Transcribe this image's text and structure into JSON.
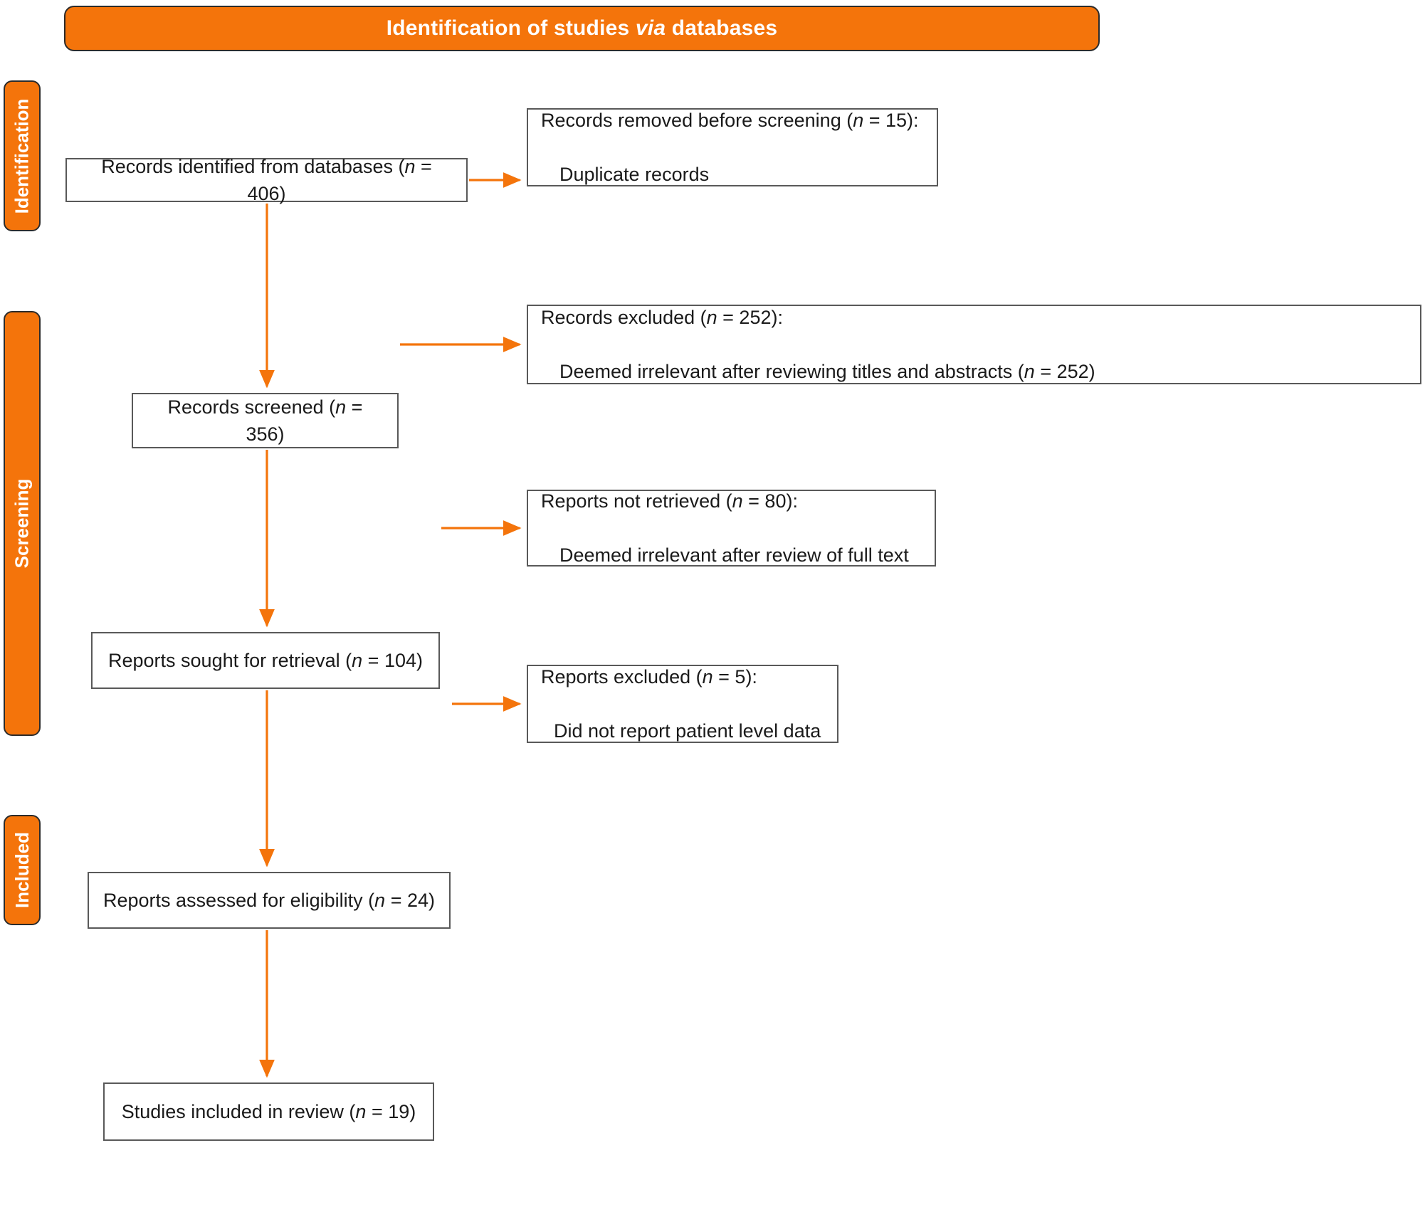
{
  "header": {
    "title_part1": "Identification of studies ",
    "title_italic": "via",
    "title_part2": " databases"
  },
  "stages": {
    "identification": "Identification",
    "screening": "Screening",
    "included": "Included"
  },
  "flow": {
    "identified": {
      "prefix": "Records identified from databases (",
      "italic": "n",
      "suffix": " = 406)"
    },
    "removed": {
      "line1_prefix": "Records removed before screening (",
      "line1_italic": "n",
      "line1_suffix": " = 15):",
      "line2": "Duplicate records"
    },
    "screened": {
      "prefix": "Records screened (",
      "italic": "n",
      "suffix": " = 356)"
    },
    "excluded_screening": {
      "line1_prefix": "Records excluded (",
      "line1_italic": "n",
      "line1_suffix": " = 252):",
      "line2_prefix": "Deemed irrelevant after reviewing titles and abstracts (",
      "line2_italic": "n",
      "line2_suffix": " = 252)"
    },
    "sought": {
      "prefix": "Reports sought for retrieval (",
      "italic": "n",
      "suffix": " = 104)"
    },
    "not_retrieved": {
      "line1_prefix": "Reports not retrieved (",
      "line1_italic": "n",
      "line1_suffix": " = 80):",
      "line2": "Deemed irrelevant after review of full text"
    },
    "assessed": {
      "prefix": "Reports assessed for eligibility (",
      "italic": "n",
      "suffix": " = 24)"
    },
    "excluded_reports": {
      "line1_prefix": "Reports excluded (",
      "line1_italic": "n",
      "line1_suffix": " = 5):",
      "line2": "Did not report patient level data"
    },
    "included": {
      "prefix": "Studies included in review (",
      "italic": "n",
      "suffix": " = 19)"
    }
  },
  "chart_data": {
    "type": "diagram",
    "diagram_kind": "PRISMA 2020 flow diagram",
    "title": "Identification of studies via databases",
    "colors": {
      "accent": "#F4740B",
      "arrow": "#F4740B",
      "box_border": "#595959",
      "banner_text": "#FFFFFF",
      "box_text": "#1A1A1A",
      "background": "#FFFFFF"
    },
    "stages": [
      "Identification",
      "Screening",
      "Included"
    ],
    "nodes": [
      {
        "id": "identified",
        "stage": "Identification",
        "column": "main",
        "label": "Records identified from databases",
        "n": 406
      },
      {
        "id": "removed",
        "stage": "Identification",
        "column": "exclusion",
        "label": "Records removed before screening",
        "n": 15,
        "reasons": [
          {
            "text": "Duplicate records"
          }
        ]
      },
      {
        "id": "screened",
        "stage": "Screening",
        "column": "main",
        "label": "Records screened",
        "n": 356
      },
      {
        "id": "excluded_screening",
        "stage": "Screening",
        "column": "exclusion",
        "label": "Records excluded",
        "n": 252,
        "reasons": [
          {
            "text": "Deemed irrelevant after reviewing titles and abstracts",
            "n": 252
          }
        ]
      },
      {
        "id": "sought",
        "stage": "Screening",
        "column": "main",
        "label": "Reports sought for retrieval",
        "n": 104
      },
      {
        "id": "not_retrieved",
        "stage": "Screening",
        "column": "exclusion",
        "label": "Reports not retrieved",
        "n": 80,
        "reasons": [
          {
            "text": "Deemed irrelevant after review of full text"
          }
        ]
      },
      {
        "id": "assessed",
        "stage": "Screening",
        "column": "main",
        "label": "Reports assessed for eligibility",
        "n": 24
      },
      {
        "id": "excluded_reports",
        "stage": "Screening",
        "column": "exclusion",
        "label": "Reports excluded",
        "n": 5,
        "reasons": [
          {
            "text": "Did not report patient level data"
          }
        ]
      },
      {
        "id": "included",
        "stage": "Included",
        "column": "main",
        "label": "Studies included in review",
        "n": 19
      }
    ],
    "edges": [
      {
        "from": "identified",
        "to": "removed",
        "direction": "right"
      },
      {
        "from": "identified",
        "to": "screened",
        "direction": "down"
      },
      {
        "from": "screened",
        "to": "excluded_screening",
        "direction": "right"
      },
      {
        "from": "screened",
        "to": "sought",
        "direction": "down"
      },
      {
        "from": "sought",
        "to": "not_retrieved",
        "direction": "right"
      },
      {
        "from": "sought",
        "to": "assessed",
        "direction": "down"
      },
      {
        "from": "assessed",
        "to": "excluded_reports",
        "direction": "right"
      },
      {
        "from": "assessed",
        "to": "included",
        "direction": "down"
      }
    ]
  }
}
